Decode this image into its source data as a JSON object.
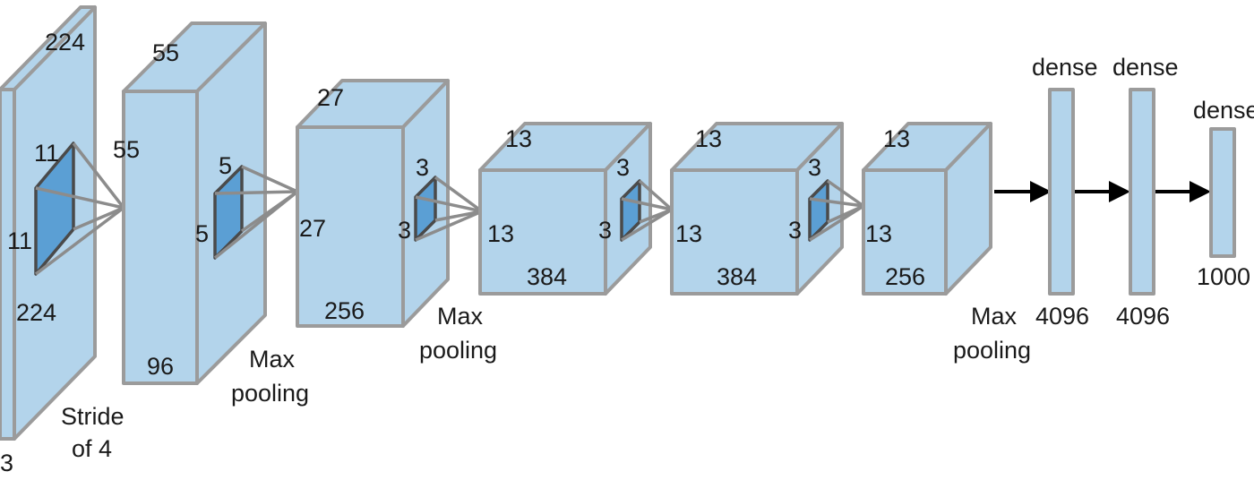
{
  "labels": {
    "input_height": "224",
    "input_width": "224",
    "input_depth": "3",
    "kernel1_h": "11",
    "kernel1_w": "11",
    "stride_line1": "Stride",
    "stride_line2": "of 4",
    "conv1_height": "55",
    "conv1_width": "55",
    "conv1_depth": "96",
    "kernel2_h": "5",
    "kernel2_w": "5",
    "pool1_line1": "Max",
    "pool1_line2": "pooling",
    "conv2_height": "27",
    "conv2_width": "27",
    "conv2_depth": "256",
    "kernel3_h": "3",
    "kernel3_w": "3",
    "pool2_line1": "Max",
    "pool2_line2": "pooling",
    "conv3_height": "13",
    "conv3_width": "13",
    "conv3_depth": "384",
    "kernel4_h": "3",
    "kernel4_w": "3",
    "conv4_height": "13",
    "conv4_width": "13",
    "conv4_depth": "384",
    "kernel5_h": "3",
    "kernel5_w": "3",
    "conv5_height": "13",
    "conv5_width": "13",
    "conv5_depth": "256",
    "pool3_line1": "Max",
    "pool3_line2": "pooling",
    "dense1_title": "dense",
    "dense1_size": "4096",
    "dense2_title": "dense",
    "dense2_size": "4096",
    "dense3_title": "dense",
    "dense3_size": "1000"
  },
  "colors": {
    "block_fill": "#b3d4eb",
    "block_stroke": "#9b9b9b",
    "kernel_fill": "#5b9fd4",
    "arrow": "#000000"
  }
}
